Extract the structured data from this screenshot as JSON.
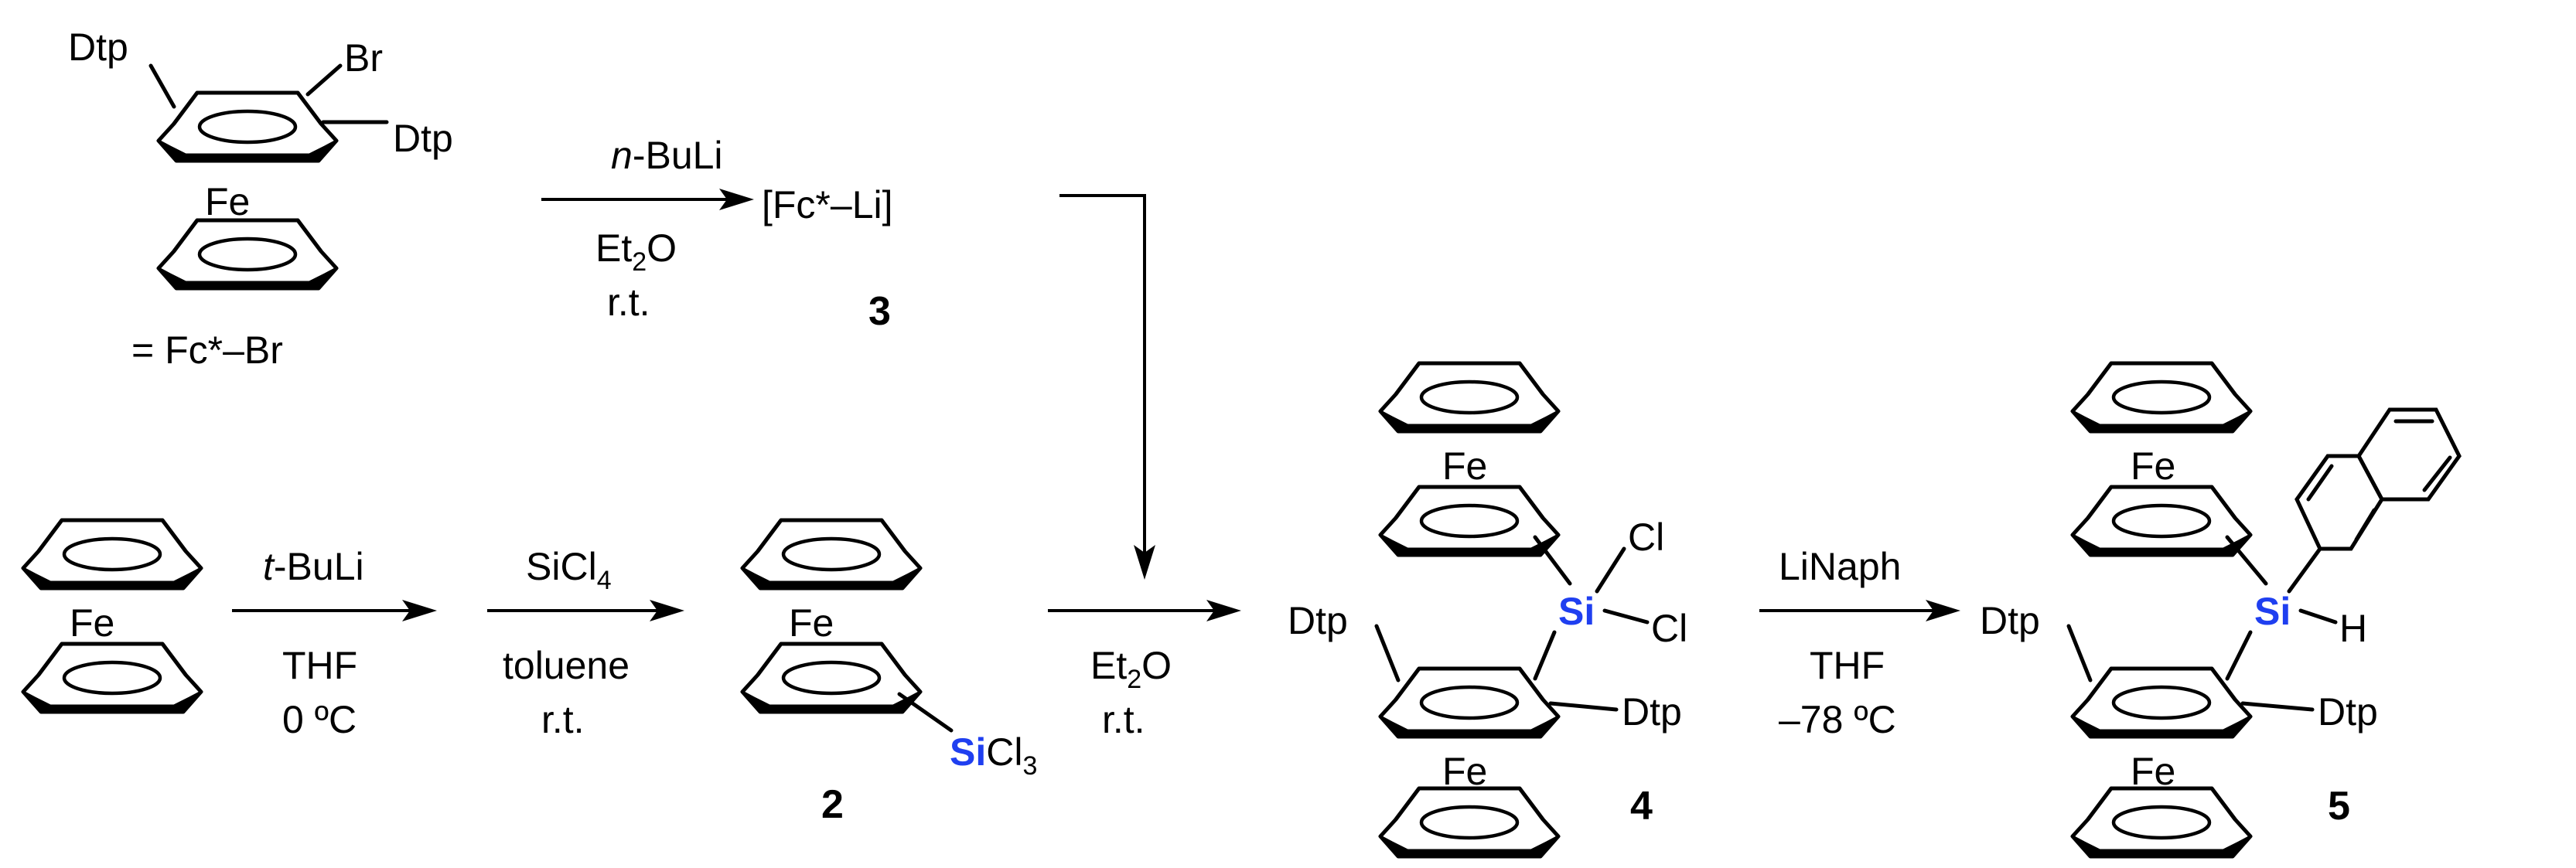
{
  "labels": {
    "dtp": "Dtp",
    "br": "Br",
    "fe": "Fe",
    "fc_br": "= Fc*–Br",
    "fc_li": "[Fc*–Li]",
    "si": "Si",
    "cl": "Cl",
    "sicl3_si": "Si",
    "sicl3_cl": "Cl",
    "sicl3_sub": "3",
    "h": "H"
  },
  "compounds": {
    "c2": "2",
    "c3": "3",
    "c4": "4",
    "c5": "5"
  },
  "conditions": {
    "nbuli_prefix": "n",
    "nbuli_rest": "-BuLi",
    "et2o_a": "Et",
    "et2o_b": "2",
    "et2o_c": "O",
    "rt": "r.t.",
    "tbuli_prefix": "t",
    "tbuli_rest": "-BuLi",
    "thf": "THF",
    "zero_c": "0 ºC",
    "sicl4_a": "SiCl",
    "sicl4_b": "4",
    "toluene": "toluene",
    "linaph": "LiNaph",
    "minus78": "–78 ºC"
  },
  "colors": {
    "silicon": "#1f3ff0"
  }
}
